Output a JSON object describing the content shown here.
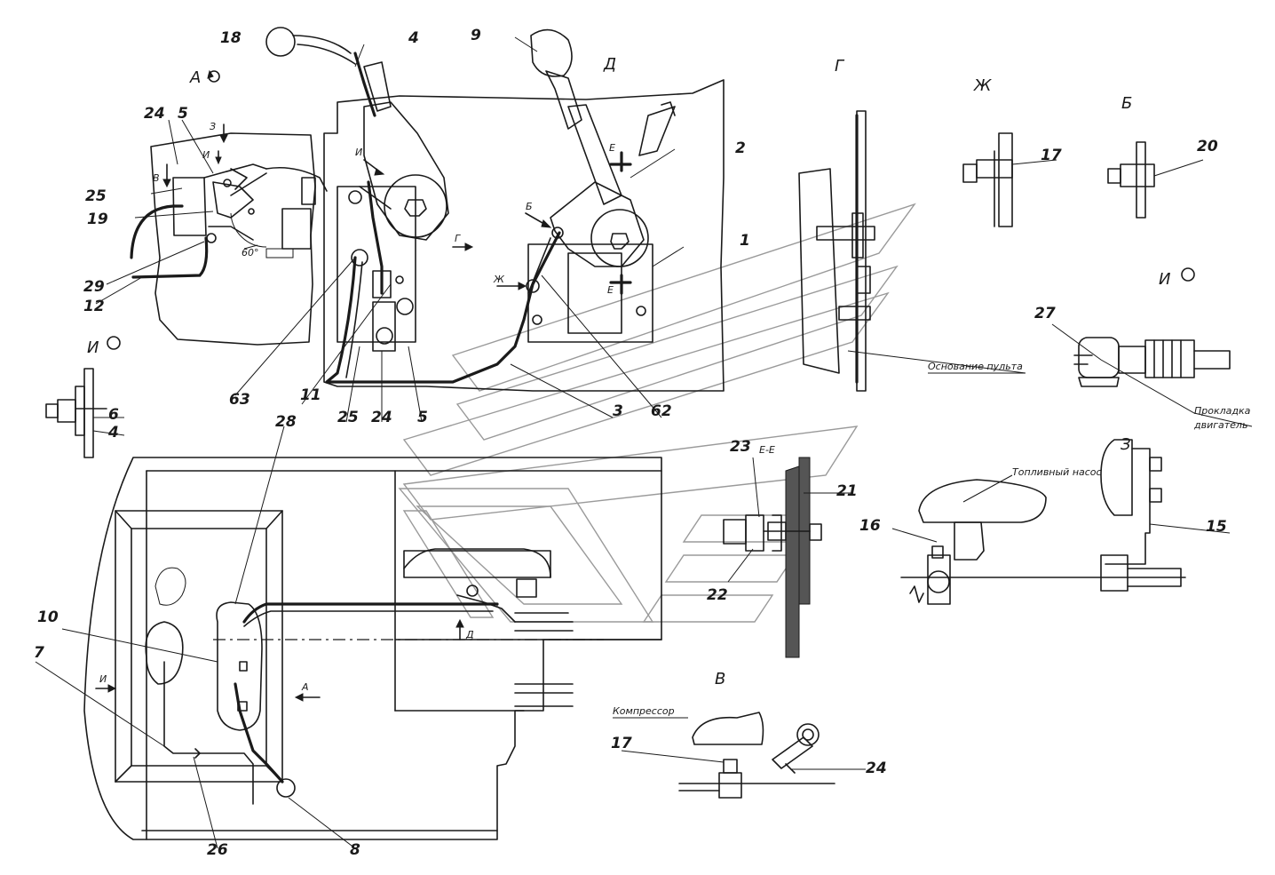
{
  "view_labels": {
    "a": "А",
    "d": "Д",
    "g": "Г",
    "zh": "Ж",
    "b": "Б",
    "i_right": "И",
    "i_left": "И",
    "z_section": "З",
    "v_section": "В",
    "ee": "Е-Е"
  },
  "arrow_labels": {
    "z": "З",
    "i_upper": "И",
    "v": "В",
    "i_lever": "И",
    "b": "Б",
    "g": "Г",
    "zh": "Ж",
    "e_top": "Е",
    "e_bottom": "Е",
    "d": "Д",
    "a": "А",
    "i_lower": "И"
  },
  "angle": "60°",
  "callouts": {
    "c18": "18",
    "c4": "4",
    "c9": "9",
    "c24a": "24",
    "c5": "5",
    "c25a": "25",
    "c19": "19",
    "c29": "29",
    "c12": "12",
    "c2": "2",
    "c1": "1",
    "c17a": "17",
    "c20": "20",
    "c27": "27",
    "c6": "6",
    "c4b": "4",
    "c63": "63",
    "c11": "11",
    "c25b": "25",
    "c24b": "24",
    "c5b": "5",
    "c3": "3",
    "c62": "62",
    "c28": "28",
    "c23": "23",
    "c21": "21",
    "c22": "22",
    "c16": "16",
    "c15": "15",
    "c10": "10",
    "c7": "7",
    "c26": "26",
    "c8": "8",
    "c17b": "17",
    "c24c": "24"
  },
  "notes": {
    "panel_base": "Основание пульта",
    "engine_gasket_1": "Прокладка",
    "engine_gasket_2": "двигатель",
    "fuel_tank": "Топливный насос",
    "compressor": "Компрессор"
  }
}
